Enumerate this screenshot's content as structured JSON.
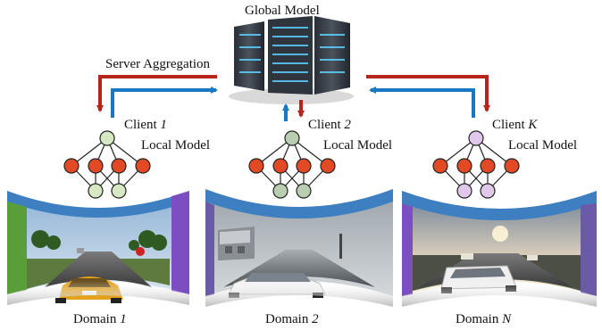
{
  "global_model": {
    "label": "Global Model"
  },
  "server_aggregation": {
    "label": "Server Aggregation"
  },
  "clients": [
    {
      "prefix": "Client ",
      "index": "1",
      "local_label": "Local Model",
      "node_color": "#d6e8c4"
    },
    {
      "prefix": "Client ",
      "index": "2",
      "local_label": "Local Model",
      "node_color": "#b9cdb0"
    },
    {
      "prefix": "Client ",
      "index": "K",
      "local_label": "Local Model",
      "node_color": "#e0c8ea"
    }
  ],
  "domains": [
    {
      "prefix": "Domain ",
      "index": "1"
    },
    {
      "prefix": "Domain ",
      "index": "2"
    },
    {
      "prefix": "Domain ",
      "index": "N"
    }
  ],
  "colors": {
    "upload_arrow": "#1a78c2",
    "download_arrow": "#b8231a",
    "hidden_node": "#e24a26",
    "panorama_top": "#3d7fc0"
  }
}
